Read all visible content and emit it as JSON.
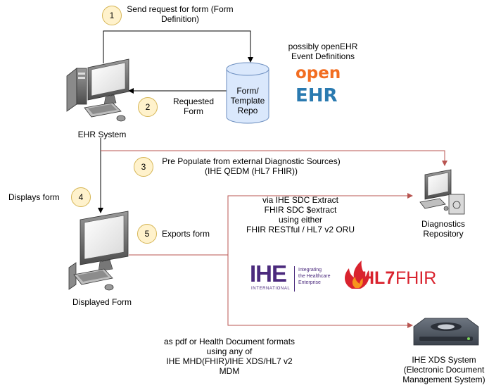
{
  "steps": [
    "1",
    "2",
    "3",
    "4",
    "5"
  ],
  "labels": {
    "step1": "Send request for form (Form Definition)",
    "step2": "Requested Form",
    "step3_line1": "Pre Populate from external Diagnostic Sources)",
    "step3_line2": "(IHE QEDM (HL7 FHIR))",
    "step4": "Displays form",
    "step5": "Exports form",
    "openehr_note": "possibly openEHR Event Definitions",
    "extract_line1": "via IHE SDC Extract",
    "extract_line2": "FHIR SDC $extract",
    "extract_line3": "using either",
    "extract_line4": "FHIR RESTful / HL7 v2 ORU",
    "doc_line1": "as pdf or Health Document formats",
    "doc_line2": "using any of",
    "doc_line3": "IHE MHD(FHIR)/IHE XDS/HL7 v2",
    "doc_line4": "MDM"
  },
  "nodes": {
    "ehr_system": "EHR System",
    "repo_line1": "Form/",
    "repo_line2": "Template",
    "repo_line3": "Repo",
    "displayed_form": "Displayed Form",
    "diag_line1": "Diagnostics",
    "diag_line2": "Repository",
    "xds_line1": "IHE XDS System",
    "xds_line2": "(Electronic Document",
    "xds_line3": "Management System)"
  },
  "logos": {
    "openehr_open": "open",
    "openehr_ehr": "EHR",
    "ihe_big": "IHE",
    "ihe_international": "INTERNATIONAL",
    "ihe_desc1": "Integrating",
    "ihe_desc2": "the Healthcare",
    "ihe_desc3": "Enterprise",
    "hl7": "HL7",
    "fhir": "FHIR"
  },
  "colors": {
    "arrow_black": "#000000",
    "arrow_red": "#b85450",
    "step_fill": "#fff2cc",
    "step_stroke": "#d6b656",
    "cylinder_fill": "#dae8fc",
    "cylinder_stroke": "#6c8ebf",
    "openehr_orange": "#f26d21",
    "openehr_blue": "#2a7ab0",
    "ihe_purple": "#4b2a7d",
    "hl7_red": "#d9232e"
  }
}
